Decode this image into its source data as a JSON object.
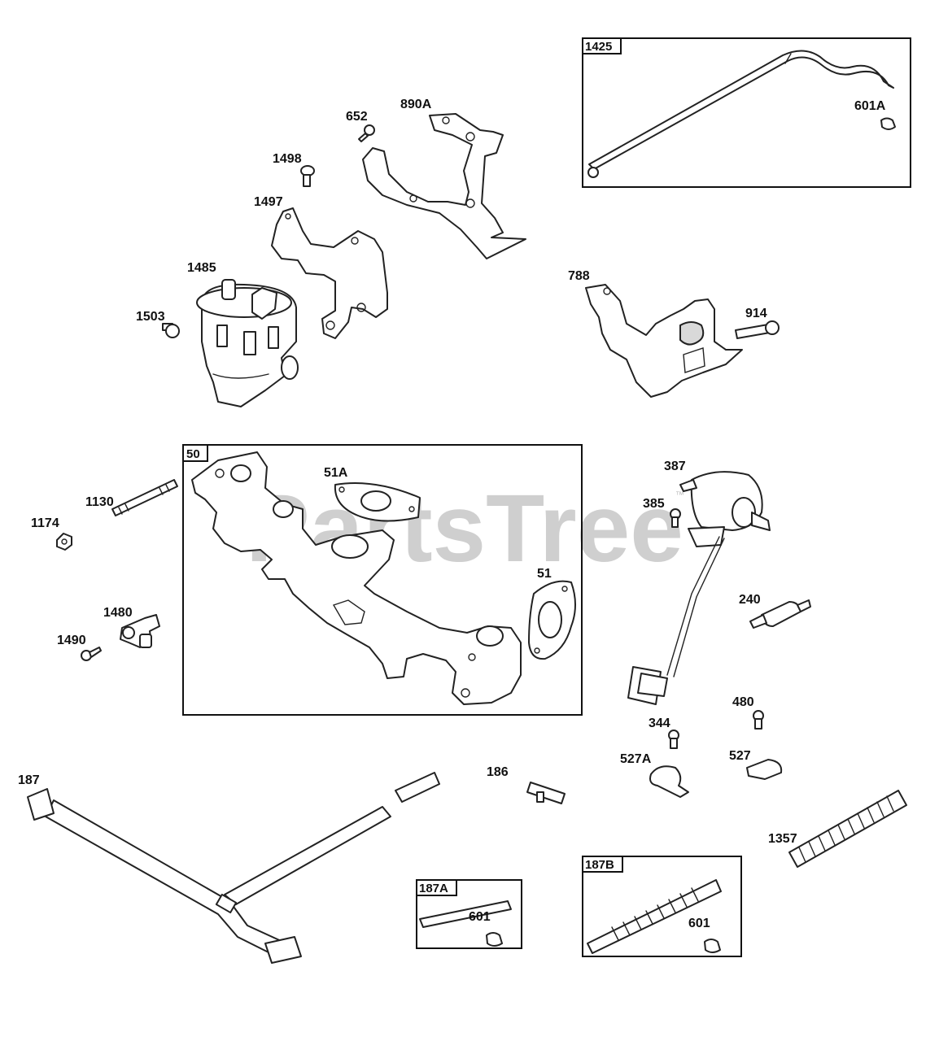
{
  "watermark": {
    "text": "PartsTree",
    "trademark": "™"
  },
  "labels": {
    "l1425": "1425",
    "l601A": "601A",
    "l652": "652",
    "l890A": "890A",
    "l1498": "1498",
    "l1497": "1497",
    "l1485": "1485",
    "l1503": "1503",
    "l788": "788",
    "l914": "914",
    "l50": "50",
    "l51A": "51A",
    "l51": "51",
    "l1130": "1130",
    "l1174": "1174",
    "l1480": "1480",
    "l1490": "1490",
    "l387": "387",
    "l385": "385",
    "l240": "240",
    "l480": "480",
    "l344": "344",
    "l527A": "527A",
    "l527": "527",
    "l186": "186",
    "l187": "187",
    "l1357": "1357",
    "l187A": "187A",
    "l601a": "601",
    "l187B": "187B",
    "l601b": "601"
  }
}
